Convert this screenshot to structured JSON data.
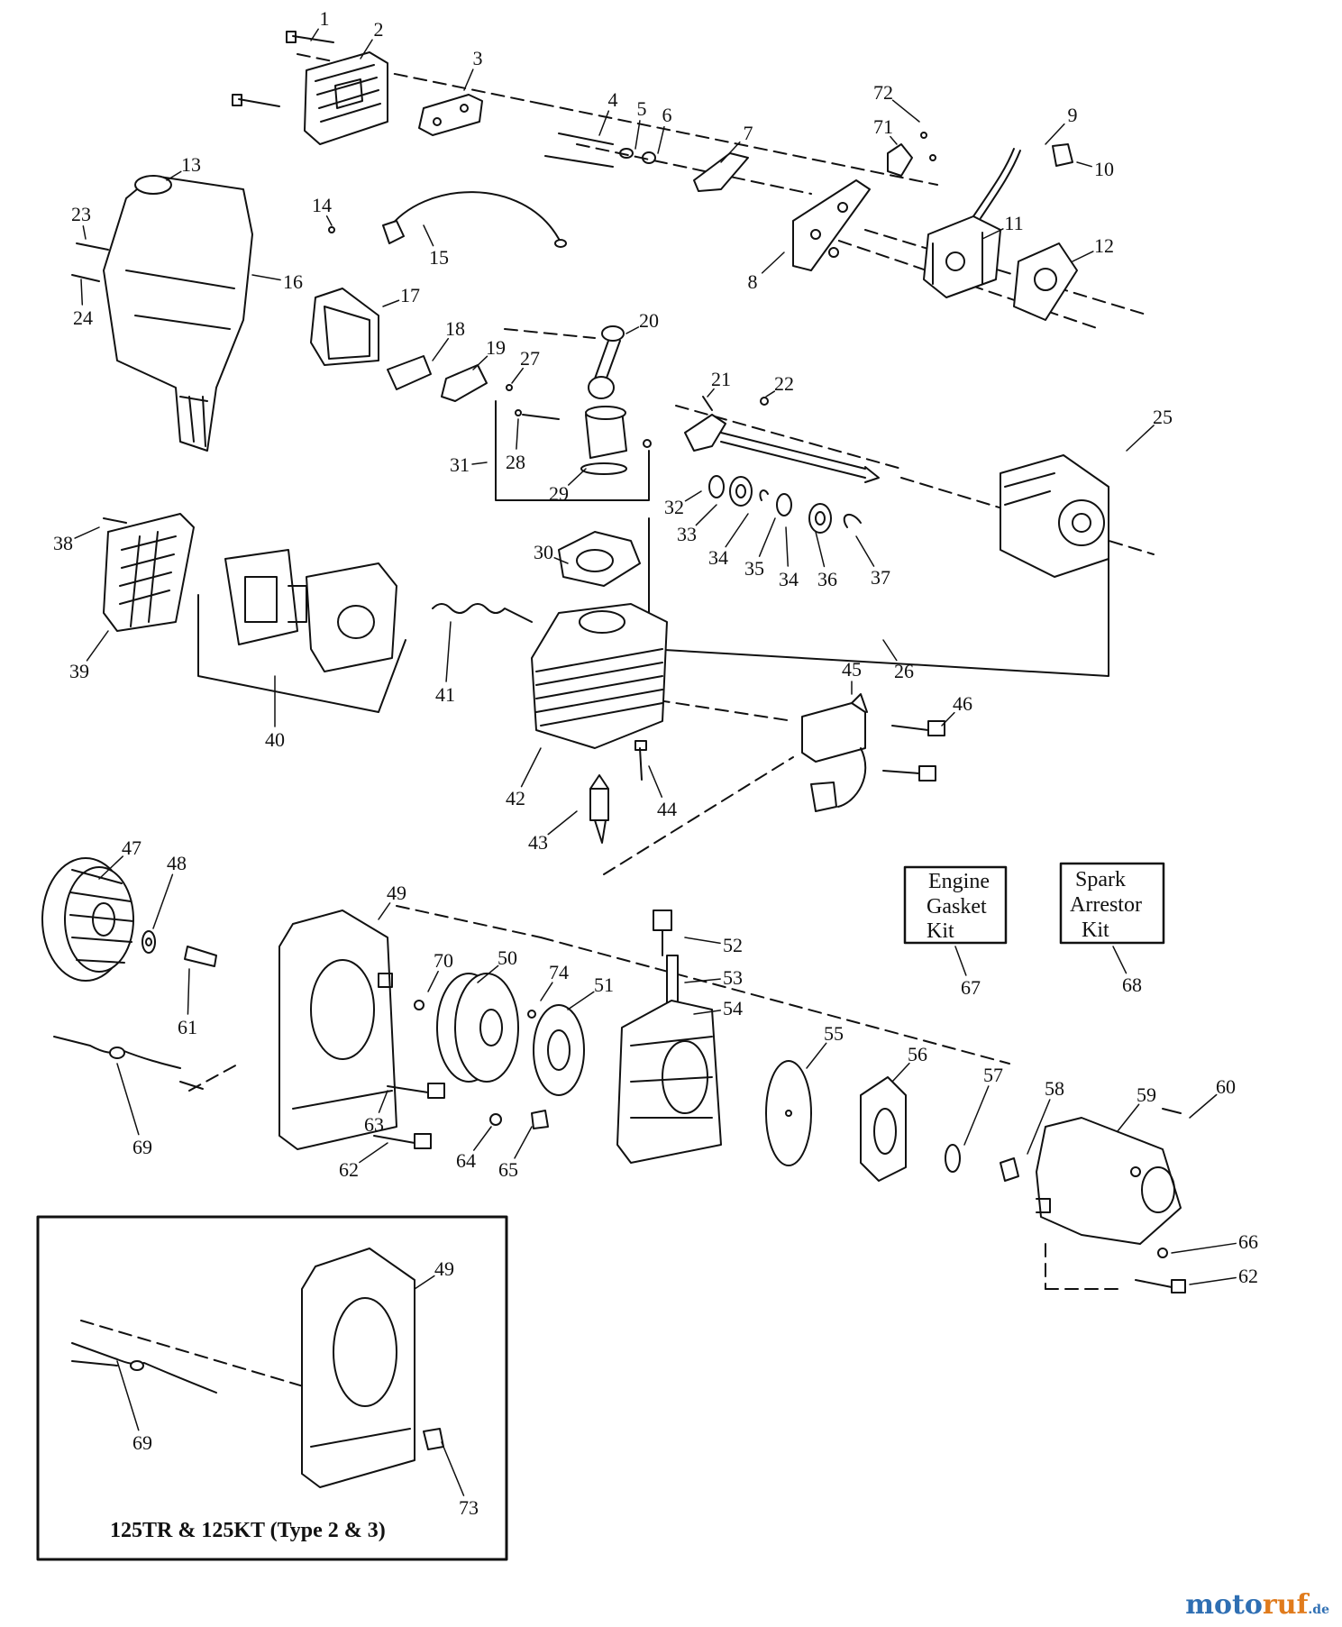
{
  "part_numbers": [
    "1",
    "2",
    "3",
    "4",
    "5",
    "6",
    "7",
    "8",
    "9",
    "10",
    "11",
    "12",
    "13",
    "14",
    "15",
    "16",
    "17",
    "18",
    "19",
    "20",
    "21",
    "22",
    "23",
    "24",
    "25",
    "26",
    "27",
    "28",
    "29",
    "30",
    "31",
    "32",
    "33",
    "34",
    "35",
    "34",
    "36",
    "37",
    "38",
    "39",
    "40",
    "41",
    "42",
    "43",
    "44",
    "45",
    "46",
    "47",
    "48",
    "49",
    "50",
    "51",
    "52",
    "53",
    "54",
    "55",
    "56",
    "57",
    "58",
    "59",
    "60",
    "61",
    "62",
    "63",
    "64",
    "65",
    "66",
    "62",
    "67",
    "68",
    "69",
    "70",
    "71",
    "72",
    "74",
    "49",
    "69",
    "73"
  ],
  "kits": [
    {
      "lines": [
        "Engine",
        "Gasket",
        "Kit"
      ],
      "number": "67"
    },
    {
      "lines": [
        "Spark",
        "Arrestor",
        "Kit"
      ],
      "number": "68"
    }
  ],
  "inset": {
    "title": "125TR & 125KT (Type 2 & 3)"
  },
  "watermark": {
    "part_a": "moto",
    "part_b": "ruf",
    "suffix": ".de"
  },
  "colors": {
    "line": "#111111",
    "watermark_blue": "#2f6fb3",
    "watermark_orange": "#e07b1c"
  }
}
